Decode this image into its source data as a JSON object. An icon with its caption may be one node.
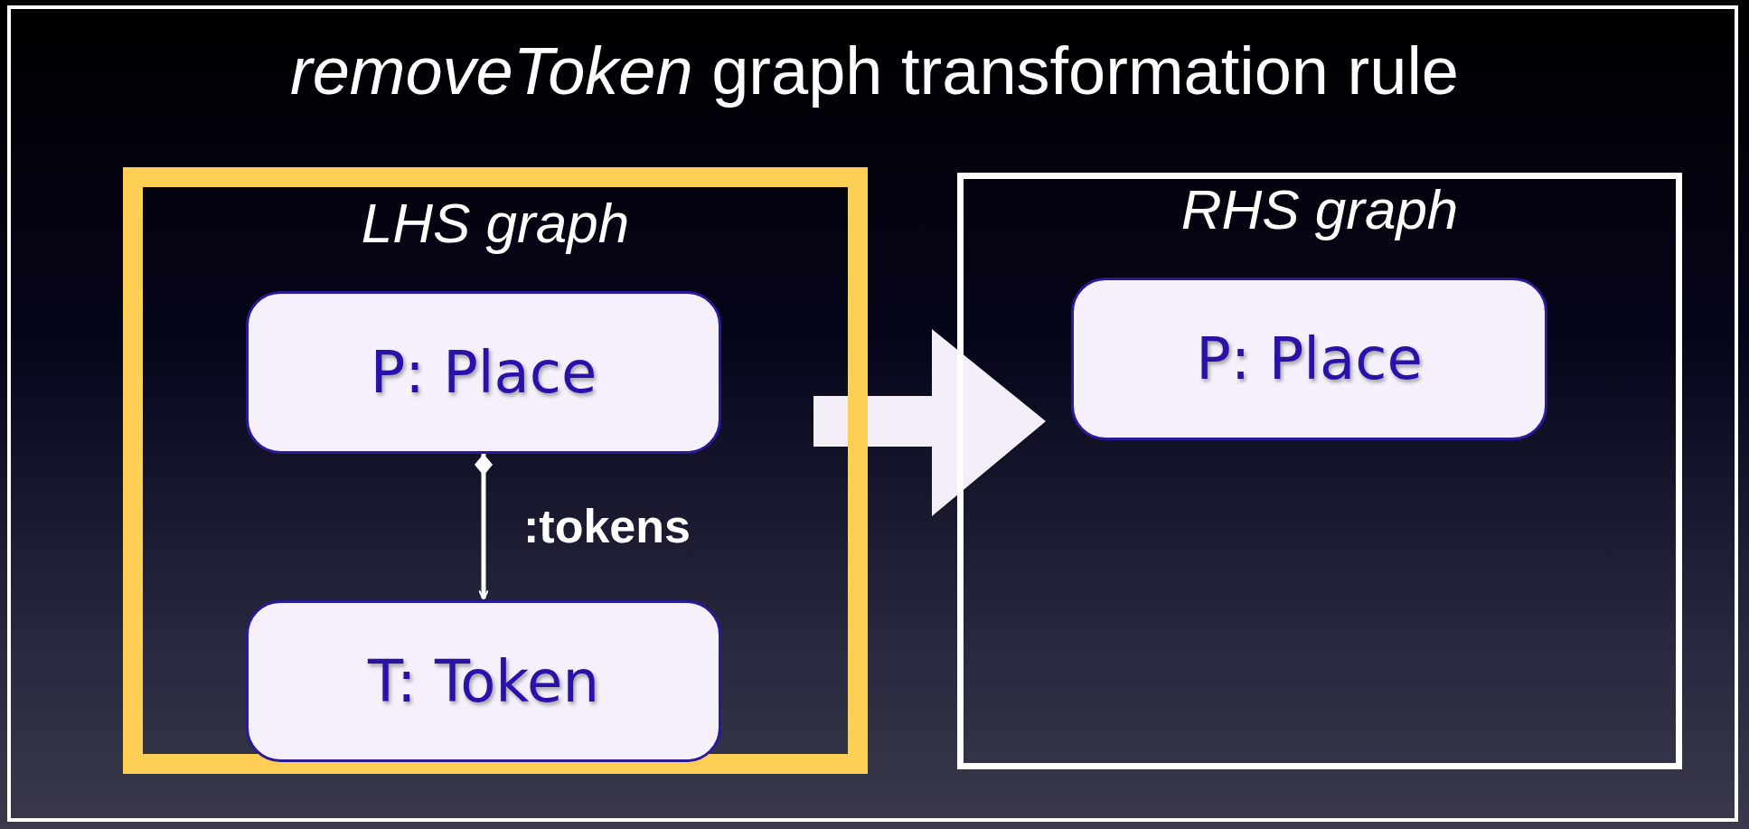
{
  "diagram": {
    "title": "*removeToken* graph transformation rule",
    "nodes": [
      {
        "text": [
          "LHS graph"
        ]
      },
      {
        "text": [
          "P: Place"
        ],
        "in": 0
      },
      {
        "text": [
          "T: Token"
        ],
        "in": 0
      },
      {
        "text": [
          "RHS graph"
        ]
      },
      {
        "text": [
          "P: Place"
        ],
        "in": 3
      }
    ],
    "edges": [
      {
        "from": 1,
        "to": 2,
        "arrow": "to",
        "label": ":tokens"
      },
      {
        "from": 0,
        "to": 3,
        "arrow": "to",
        "style": "thick"
      }
    ]
  }
}
